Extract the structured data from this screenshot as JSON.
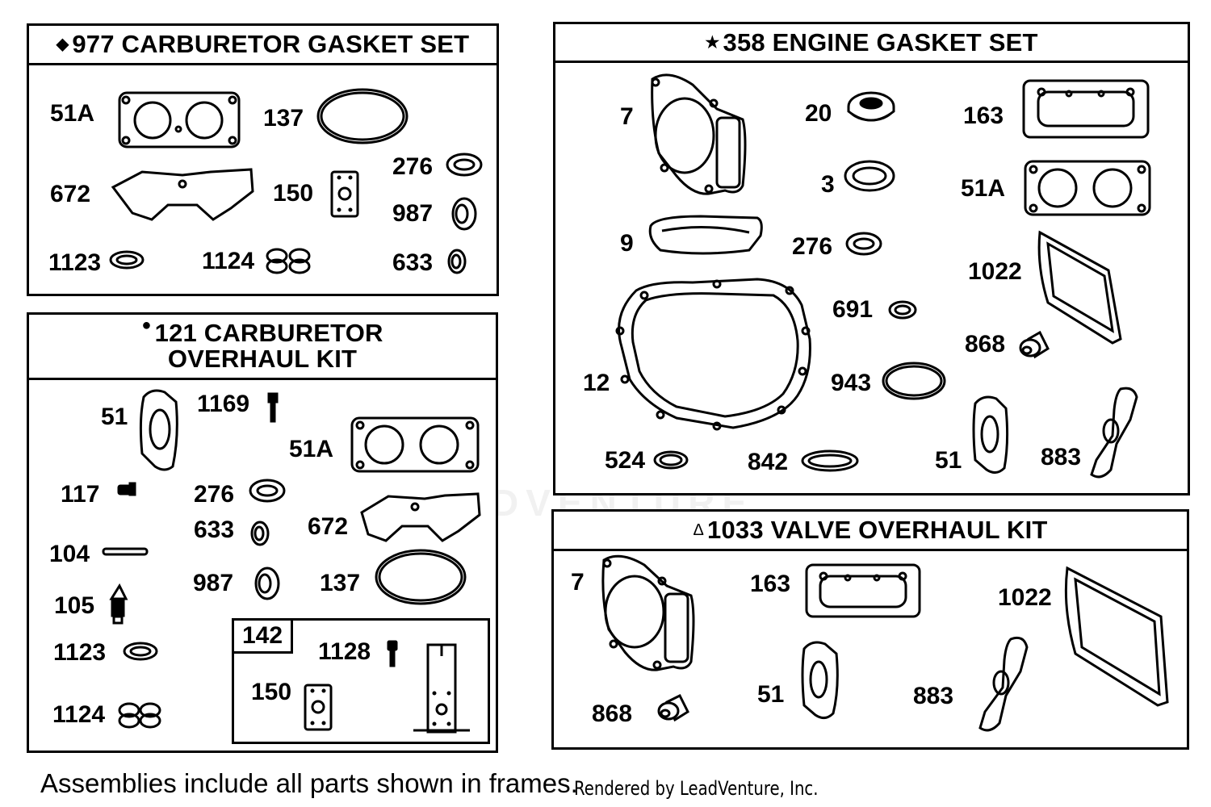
{
  "panels": {
    "carb_gasket": {
      "symbol": "◆",
      "title": "977 CARBURETOR GASKET SET",
      "labels": {
        "p51a": "51A",
        "p137": "137",
        "p672": "672",
        "p150": "150",
        "p276": "276",
        "p987": "987",
        "p1123": "1123",
        "p1124": "1124",
        "p633": "633"
      }
    },
    "carb_overhaul": {
      "symbol": "●",
      "title_line1": "121 CARBURETOR",
      "title_line2": "OVERHAUL KIT",
      "labels": {
        "p51": "51",
        "p1169": "1169",
        "p51a": "51A",
        "p117": "117",
        "p276": "276",
        "p633": "633",
        "p672": "672",
        "p104": "104",
        "p987": "987",
        "p137": "137",
        "p105": "105",
        "p1123": "1123",
        "p1124": "1124"
      },
      "subkit": {
        "title": "142",
        "labels": {
          "p1128": "1128",
          "p150": "150"
        }
      }
    },
    "engine_gasket": {
      "symbol": "★",
      "title": "358 ENGINE GASKET SET",
      "labels": {
        "p7": "7",
        "p20": "20",
        "p163": "163",
        "p3": "3",
        "p51a": "51A",
        "p9": "9",
        "p276": "276",
        "p1022": "1022",
        "p691": "691",
        "p868": "868",
        "p12": "12",
        "p943": "943",
        "p524": "524",
        "p842": "842",
        "p51": "51",
        "p883": "883"
      }
    },
    "valve_overhaul": {
      "symbol": "Δ",
      "title": "1033 VALVE OVERHAUL KIT",
      "labels": {
        "p7": "7",
        "p163": "163",
        "p1022": "1022",
        "p51": "51",
        "p883": "883",
        "p868": "868"
      }
    }
  },
  "footer": {
    "note": "Assemblies include all parts shown in frames.",
    "credit": "Rendered by LeadVenture, Inc."
  },
  "watermark": "LEADVENTURE"
}
